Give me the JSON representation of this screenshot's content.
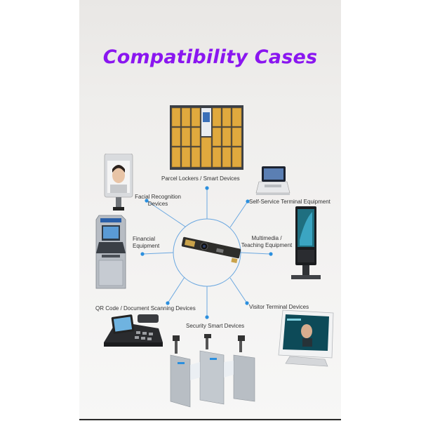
{
  "title": "Compatibility Cases",
  "cases": {
    "parcel_lockers": "Parcel Lockers / Smart Devices",
    "facial_recognition_line1": "Facial Recognition",
    "facial_recognition_line2": "Devices",
    "self_service": "Self-Service Terminal Equipment",
    "financial_line1": "Financial",
    "financial_line2": "Equipment",
    "multimedia_line1": "Multimedia /",
    "multimedia_line2": "Teaching Equipment",
    "qr_code": "QR Code / Document Scanning Devices",
    "visitor_terminal": "Visitor Terminal Devices",
    "security_smart": "Security Smart Devices"
  },
  "colors": {
    "title": "#8a16f0",
    "spoke": "#6aa7e0",
    "dot": "#2b8fde"
  }
}
